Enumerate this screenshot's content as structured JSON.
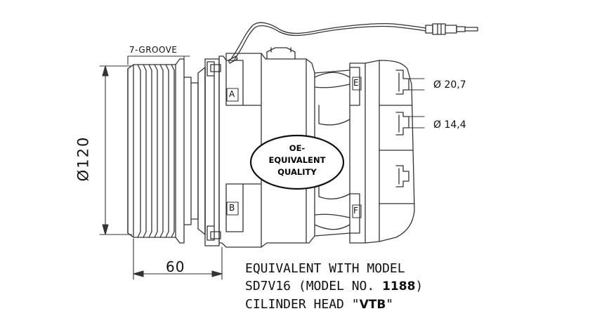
{
  "labels": {
    "groove": "7-GROOVE",
    "diameter_pulley": "Ø120",
    "depth": "60",
    "port_diameter_1": "Ø 20,7",
    "port_diameter_2": "Ø 14,4",
    "port_a": "A",
    "port_b": "B",
    "port_e": "E",
    "port_f": "F"
  },
  "badge": {
    "line1": "OE-",
    "line2": "EQUIVALENT",
    "line3": "QUALITY"
  },
  "notes": {
    "line1": "EQUIVALENT WITH MODEL",
    "line2_prefix": "SD7V16 (MODEL NO. ",
    "model_number": "1188",
    "line2_suffix": ")",
    "line3_prefix": "CILINDER HEAD \"",
    "head_code": "VTB",
    "line3_suffix": "\""
  },
  "colors": {
    "line": "#333333",
    "background": "#ffffff"
  }
}
